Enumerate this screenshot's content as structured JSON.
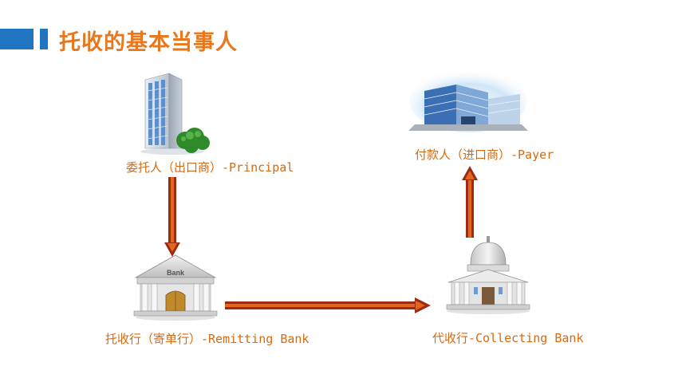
{
  "header": {
    "title": "托收的基本当事人"
  },
  "nodes": {
    "principal": {
      "label": "委托人（出口商）-Principal",
      "icon": "office-building-icon"
    },
    "payer": {
      "label": "付款人（进口商）-Payer",
      "icon": "building-complex-icon"
    },
    "remitting_bank": {
      "label": "托收行（寄单行）-Remitting Bank",
      "icon": "bank-building-icon",
      "sign": "Bank"
    },
    "collecting_bank": {
      "label": "代收行-Collecting Bank",
      "icon": "domed-bank-icon"
    }
  },
  "colors": {
    "accent_blue": "#1f75c2",
    "title_orange": "#e8771e",
    "label_orange": "#d8690e",
    "arrow_red": "#9c2a14",
    "arrow_orange": "#e2671b"
  }
}
